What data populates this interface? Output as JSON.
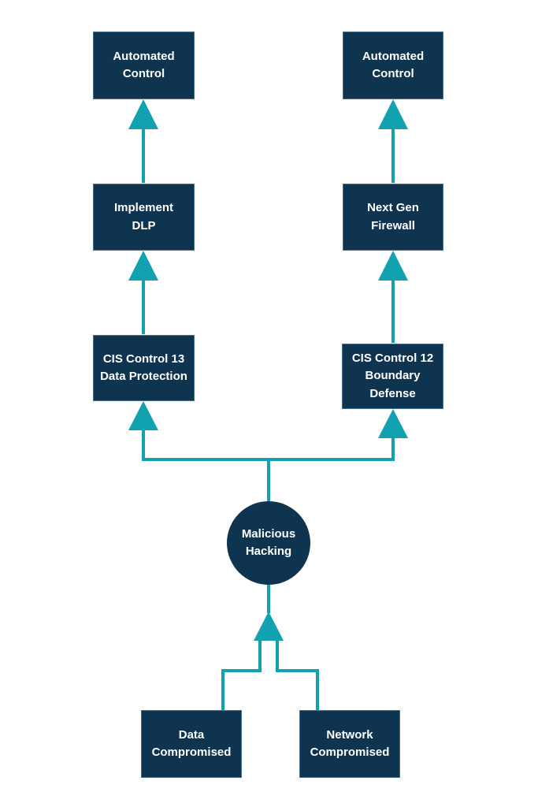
{
  "diagram": {
    "type": "attack-tree-flowchart",
    "colors": {
      "node_fill": "#0F3450",
      "connector": "#12A1B0",
      "node_text": "#FFFFFF",
      "background": "#FFFFFF"
    },
    "nodes": {
      "automated_control_left": {
        "label": "Automated\nControl",
        "shape": "rectangle"
      },
      "automated_control_right": {
        "label": "Automated\nControl",
        "shape": "rectangle"
      },
      "implement_dlp": {
        "label": "Implement\nDLP",
        "shape": "rectangle"
      },
      "next_gen_firewall": {
        "label": "Next Gen\nFirewall",
        "shape": "rectangle"
      },
      "cis_control_13": {
        "label": "CIS Control 13\nData Protection",
        "shape": "rectangle"
      },
      "cis_control_12": {
        "label": "CIS Control 12\nBoundary\nDefense",
        "shape": "rectangle"
      },
      "malicious_hacking": {
        "label": "Malicious\nHacking",
        "shape": "circle"
      },
      "data_compromised": {
        "label": "Data\nCompromised",
        "shape": "rectangle"
      },
      "network_compromised": {
        "label": "Network\nCompromised",
        "shape": "rectangle"
      }
    },
    "edges": [
      {
        "from": "implement_dlp",
        "to": "automated_control_left"
      },
      {
        "from": "next_gen_firewall",
        "to": "automated_control_right"
      },
      {
        "from": "cis_control_13",
        "to": "implement_dlp"
      },
      {
        "from": "cis_control_12",
        "to": "next_gen_firewall"
      },
      {
        "from": "malicious_hacking",
        "to": "cis_control_13"
      },
      {
        "from": "malicious_hacking",
        "to": "cis_control_12"
      },
      {
        "from": "data_compromised",
        "to": "malicious_hacking"
      },
      {
        "from": "network_compromised",
        "to": "malicious_hacking"
      }
    ]
  }
}
